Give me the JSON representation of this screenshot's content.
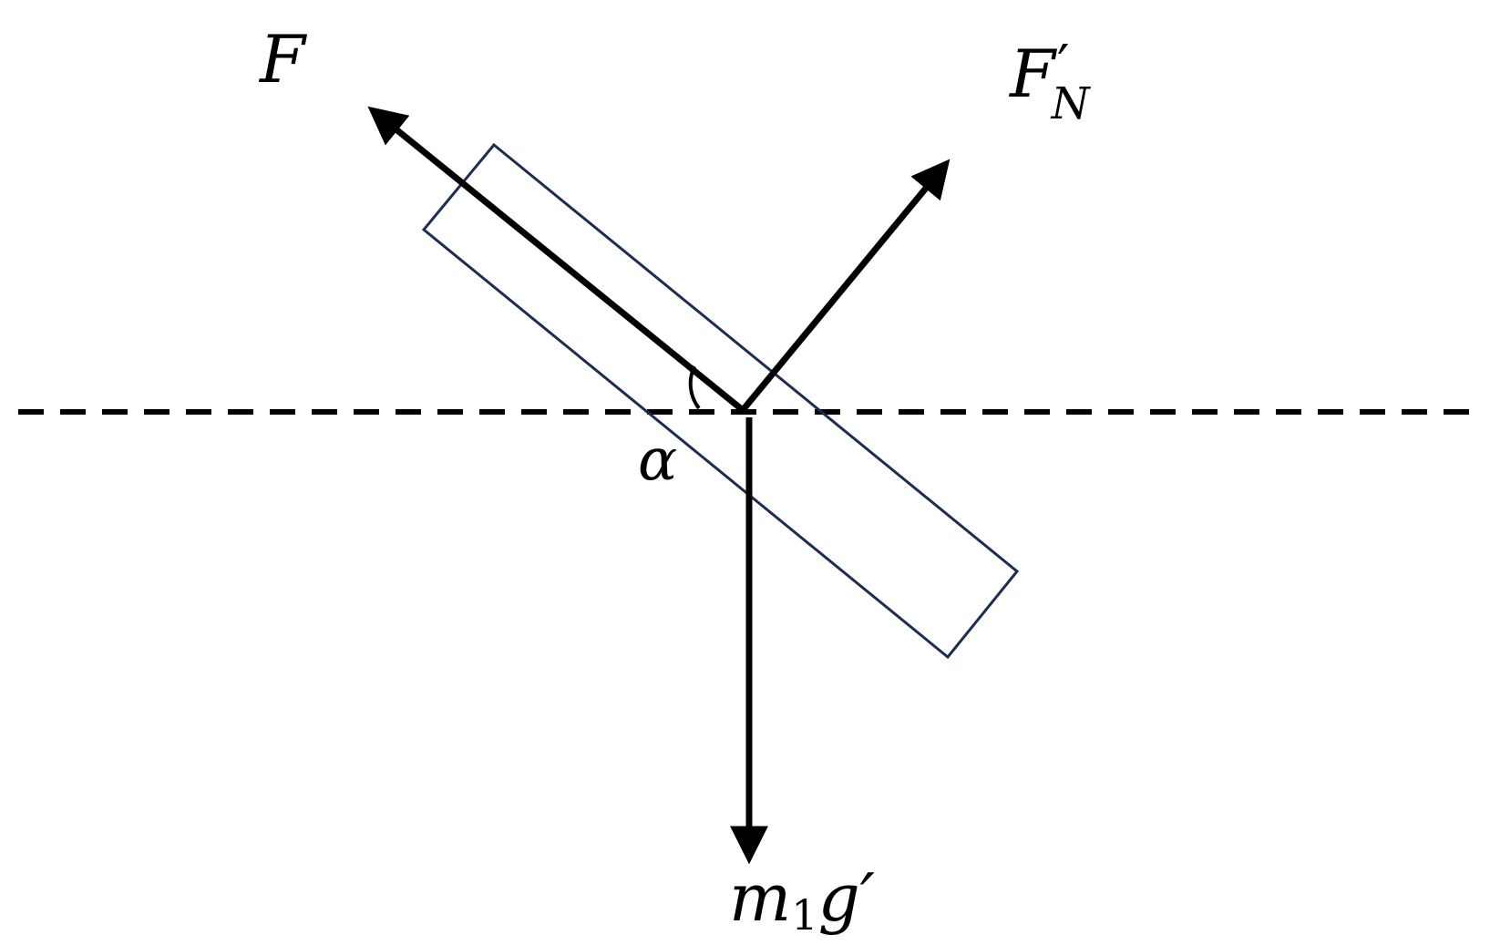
{
  "labels": {
    "force_applied": "F",
    "normal_force_main": "F",
    "normal_force_prime": "′",
    "normal_force_sub": "N",
    "weight_mass": "m",
    "weight_mass_sub": "1",
    "weight_gravity": "g′",
    "angle": "α"
  },
  "colors": {
    "arrow": "#000000",
    "plate_outline": "#1b2e52",
    "dashed_line": "#000000",
    "background": "#ffffff"
  }
}
